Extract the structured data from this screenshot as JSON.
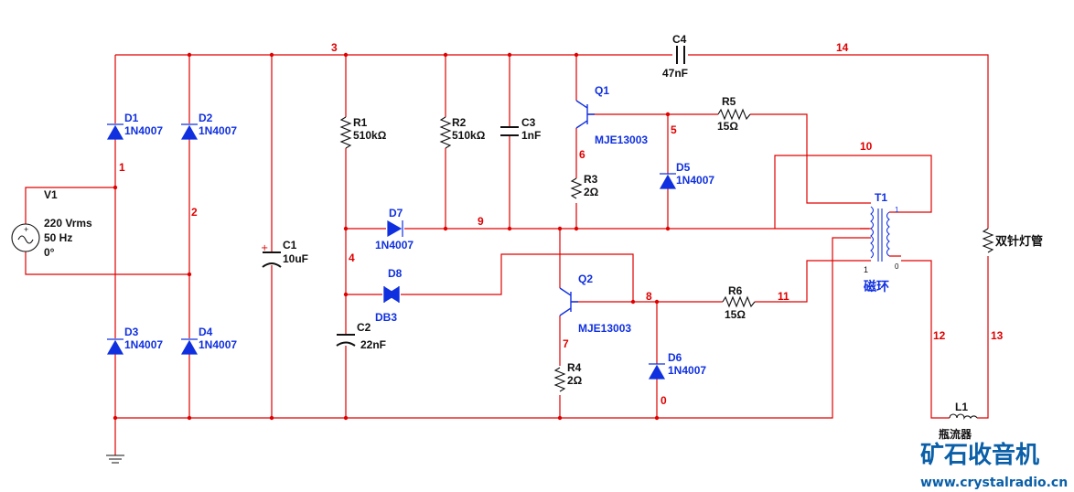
{
  "nets": [
    "3",
    "14",
    "1",
    "2",
    "4",
    "9",
    "5",
    "6",
    "10",
    "8",
    "11",
    "12",
    "13",
    "7",
    "0"
  ],
  "source": {
    "ref": "V1",
    "line1": "220 Vrms",
    "line2": "50 Hz",
    "line3": "0°"
  },
  "d1": {
    "ref": "D1",
    "part": "1N4007"
  },
  "d2": {
    "ref": "D2",
    "part": "1N4007"
  },
  "d3": {
    "ref": "D3",
    "part": "1N4007"
  },
  "d4": {
    "ref": "D4",
    "part": "1N4007"
  },
  "d5": {
    "ref": "D5",
    "part": "1N4007"
  },
  "d6": {
    "ref": "D6",
    "part": "1N4007"
  },
  "d7": {
    "ref": "D7",
    "part": "1N4007"
  },
  "d8": {
    "ref": "D8",
    "part": "DB3"
  },
  "c1": {
    "ref": "C1",
    "value": "10uF"
  },
  "c2": {
    "ref": "C2",
    "value": "22nF"
  },
  "c3": {
    "ref": "C3",
    "value": "1nF"
  },
  "c4": {
    "ref": "C4",
    "value": "47nF"
  },
  "r1": {
    "ref": "R1",
    "value": "510kΩ"
  },
  "r2": {
    "ref": "R2",
    "value": "510kΩ"
  },
  "r3": {
    "ref": "R3",
    "value": "2Ω"
  },
  "r4": {
    "ref": "R4",
    "value": "2Ω"
  },
  "r5": {
    "ref": "R5",
    "value": "15Ω"
  },
  "r6": {
    "ref": "R6",
    "value": "15Ω"
  },
  "q1": {
    "ref": "Q1",
    "part": "MJE13003"
  },
  "q2": {
    "ref": "Q2",
    "part": "MJE13003"
  },
  "t1": {
    "ref": "T1",
    "name": "磁环",
    "pin1": "1",
    "pin2": "1",
    "pin3": "0"
  },
  "lamp": {
    "name": "双针灯管"
  },
  "l1": {
    "ref": "L1",
    "name": "瓶流器"
  },
  "watermark": {
    "title": "矿石收音机",
    "url": "www.crystalradio.cn"
  },
  "colors": {
    "wire": "#e00000",
    "component": "#1030e0",
    "body": "#111111"
  }
}
